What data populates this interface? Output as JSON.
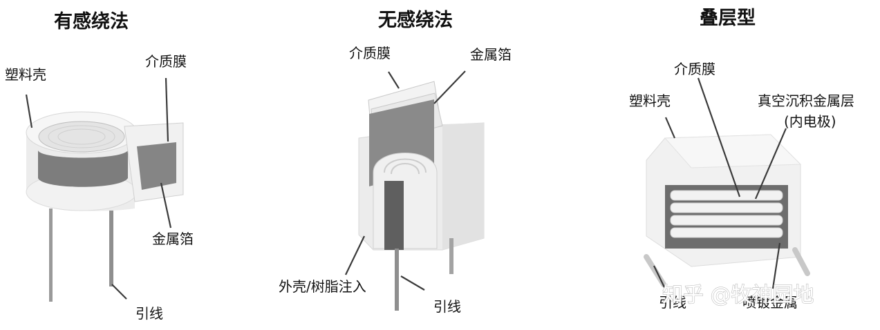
{
  "panels": [
    {
      "title": "有感绕法",
      "labels": {
        "shell": "塑料壳",
        "dielectric": "介质膜",
        "foil": "金属箔",
        "lead": "引线"
      }
    },
    {
      "title": "无感绕法",
      "labels": {
        "dielectric": "介质膜",
        "foil": "金属箔",
        "shell": "外壳/树脂注入",
        "lead": "引线"
      }
    },
    {
      "title": "叠层型",
      "labels": {
        "dielectric": "介质膜",
        "shell": "塑料壳",
        "electrode_line1": "真空沉积金属层",
        "electrode_line2": "(内电极)",
        "lead": "引线",
        "spray": "喷镀金属"
      }
    }
  ],
  "watermark": "知乎 @牧神园地"
}
